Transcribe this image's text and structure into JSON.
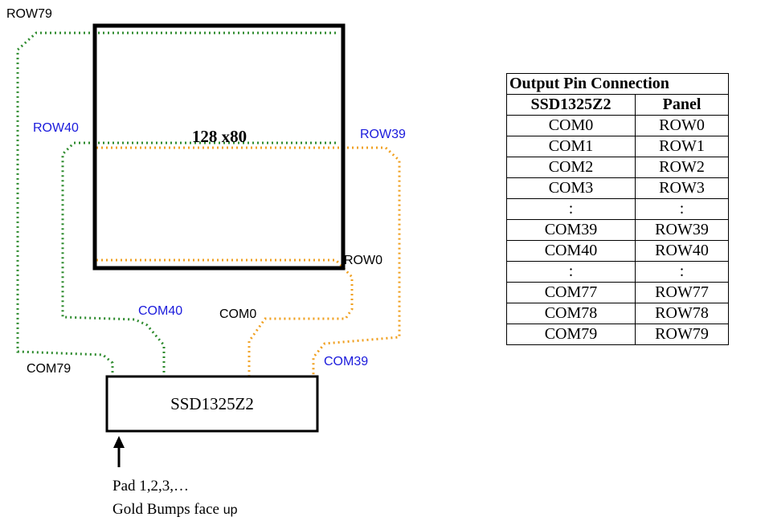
{
  "panel": {
    "size_label": "128 x80"
  },
  "driver": {
    "label": "SSD1325Z2"
  },
  "labels": {
    "row79": "ROW79",
    "row40": "ROW40",
    "row39": "ROW39",
    "row0": "ROW0",
    "com40": "COM40",
    "com0": "COM0",
    "com79": "COM79",
    "com39": "COM39"
  },
  "note": {
    "line1": "Pad 1,2,3,…",
    "line2_prefix": "Gold Bumps face ",
    "line2_word": "up"
  },
  "colors": {
    "green_trace": "#2e8b2e",
    "orange_trace": "#f0a020",
    "blue_label": "#1a1adc",
    "black": "#000000"
  },
  "table": {
    "title": "Output Pin Connection",
    "headers": [
      "SSD1325Z2",
      "Panel"
    ],
    "rows": [
      [
        "COM0",
        "ROW0"
      ],
      [
        "COM1",
        "ROW1"
      ],
      [
        "COM2",
        "ROW2"
      ],
      [
        "COM3",
        "ROW3"
      ],
      [
        ":",
        ":"
      ],
      [
        "COM39",
        "ROW39"
      ],
      [
        "COM40",
        "ROW40"
      ],
      [
        ":",
        ":"
      ],
      [
        "COM77",
        "ROW77"
      ],
      [
        "COM78",
        "ROW78"
      ],
      [
        "COM79",
        "ROW79"
      ]
    ]
  }
}
